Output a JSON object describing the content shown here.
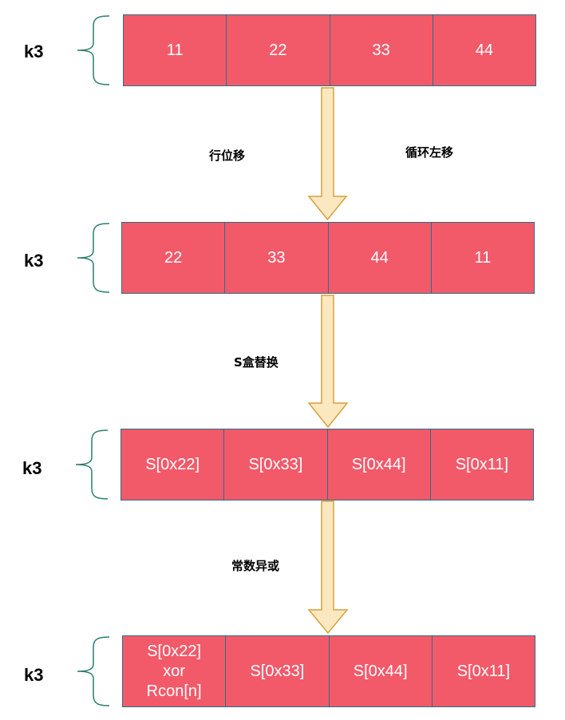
{
  "colors": {
    "cell_fill": "#f25a6a",
    "cell_border": "#2a6f89",
    "cell_text": "#ffffff",
    "arrow_fill": "#fce8c0",
    "arrow_stroke": "#d6a13b",
    "brace": "#2a7f6f"
  },
  "rows": [
    {
      "label": "k3",
      "cells": [
        "11",
        "22",
        "33",
        "44"
      ]
    },
    {
      "label": "k3",
      "cells": [
        "22",
        "33",
        "44",
        "11"
      ]
    },
    {
      "label": "k3",
      "cells": [
        "S[0x22]",
        "S[0x33]",
        "S[0x44]",
        "S[0x11]"
      ]
    },
    {
      "label": "k3",
      "cells": [
        "S[0x22]\nxor\nRcon[n]",
        "S[0x33]",
        "S[0x44]",
        "S[0x11]"
      ]
    }
  ],
  "steps": [
    {
      "label": "行位移",
      "note": "循环左移"
    },
    {
      "label": "S盒替换"
    },
    {
      "label": "常数异或"
    }
  ]
}
